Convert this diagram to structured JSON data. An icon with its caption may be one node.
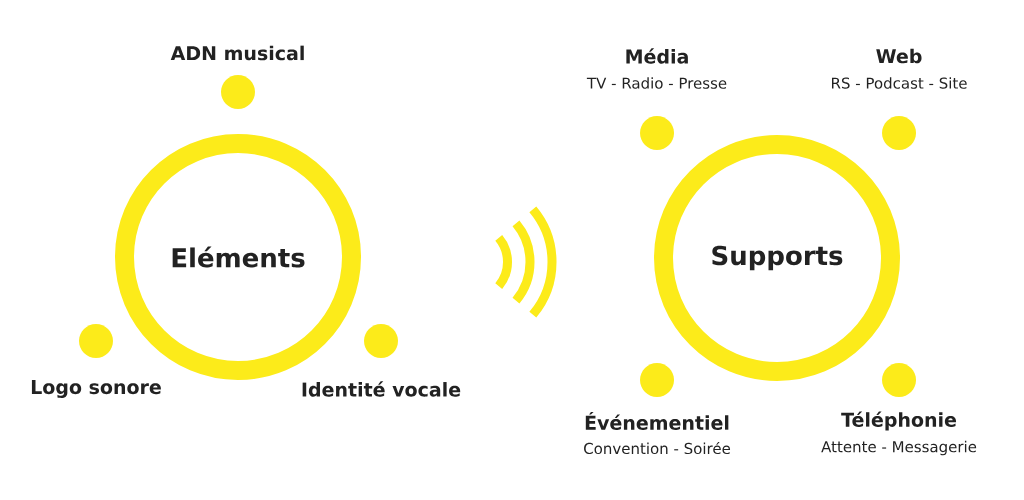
{
  "diagram": {
    "nodes": [
      {
        "text": [
          "ADN musical"
        ]
      },
      {
        "text": [
          "Eléments"
        ]
      },
      {
        "text": [
          "Logo sonore"
        ]
      },
      {
        "text": [
          "Identité vocale"
        ]
      },
      {
        "text": [
          "Média",
          "TV - Radio - Presse"
        ]
      },
      {
        "text": [
          "Web",
          "RS - Podcast - Site"
        ]
      },
      {
        "text": [
          "Supports"
        ]
      },
      {
        "text": [
          "Événementiel",
          "Convention - Soirée"
        ]
      },
      {
        "text": [
          "Téléphonie",
          "Attente - Messagerie"
        ]
      }
    ]
  }
}
